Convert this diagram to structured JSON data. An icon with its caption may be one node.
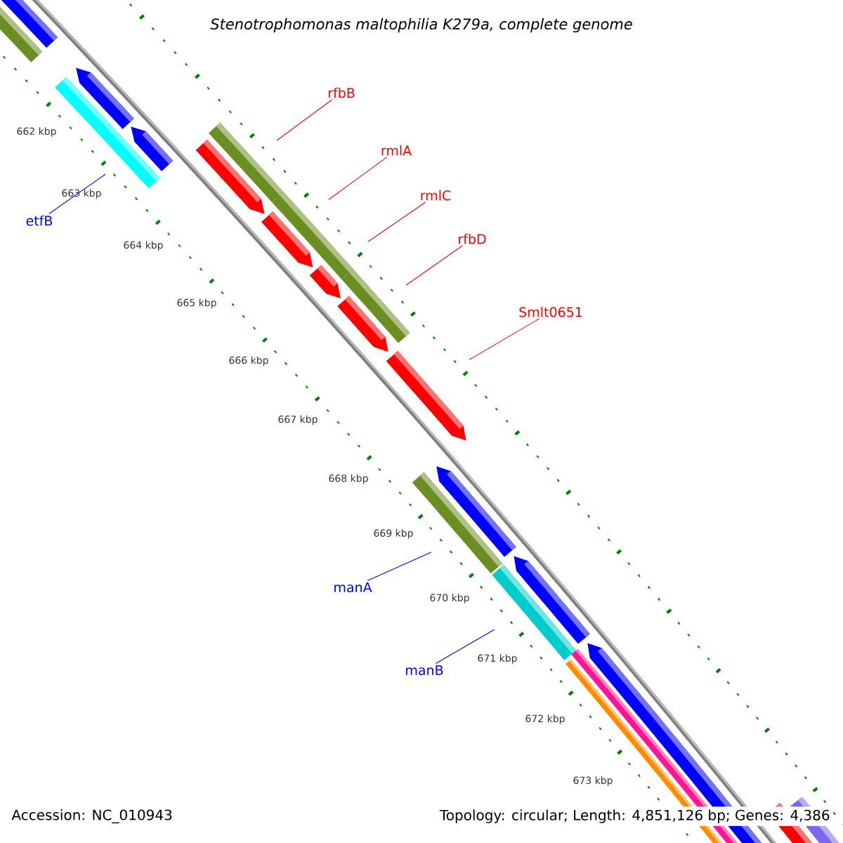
{
  "diagram": {
    "title": "Stenotrophomonas maltophilia K279a, complete genome",
    "nodes": [
      {
        "text": [
          "rfbB"
        ]
      },
      {
        "text": [
          "rmlA"
        ]
      },
      {
        "text": [
          "rmlC"
        ]
      },
      {
        "text": [
          "rfbD"
        ]
      },
      {
        "text": [
          "Smlt0651"
        ]
      },
      {
        "text": [
          "etfB"
        ]
      },
      {
        "text": [
          "manA"
        ]
      },
      {
        "text": [
          "manB"
        ]
      }
    ],
    "edges": [
      {
        "from": 0,
        "to": null,
        "arrow": "none"
      },
      {
        "from": 1,
        "to": null,
        "arrow": "none"
      },
      {
        "from": 2,
        "to": null,
        "arrow": "none"
      },
      {
        "from": 3,
        "to": null,
        "arrow": "none"
      },
      {
        "from": 4,
        "to": null,
        "arrow": "none"
      },
      {
        "from": 5,
        "to": null,
        "arrow": "none",
        "color": "#0000ff"
      },
      {
        "from": 6,
        "to": null,
        "arrow": "none",
        "color": "#0000ff"
      },
      {
        "from": 7,
        "to": null,
        "arrow": "none",
        "color": "#0000ff"
      }
    ],
    "labels": [
      "662 kbp",
      "663 kbp",
      "664 kbp",
      "665 kbp",
      "666 kbp",
      "667 kbp",
      "668 kbp",
      "669 kbp",
      "670 kbp",
      "671 kbp",
      "672 kbp",
      "673 kbp",
      "Accession: NC_010943",
      "Topology: circular; Length: 4,851,126 bp; Genes: 4,386"
    ]
  }
}
